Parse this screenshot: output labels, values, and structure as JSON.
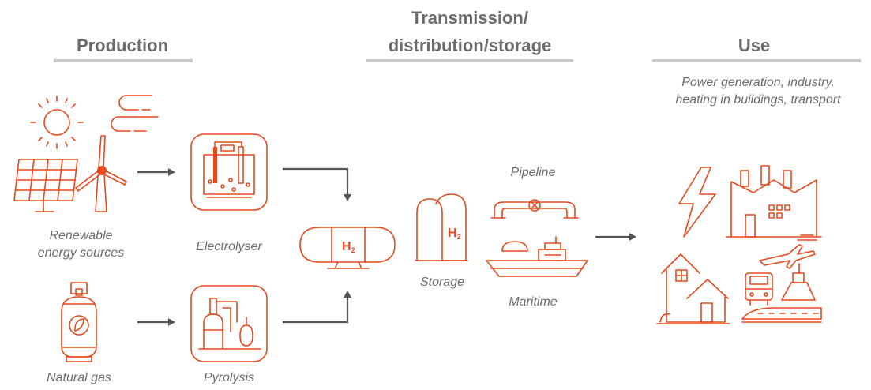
{
  "headers": {
    "production": "Production",
    "transmission_line1": "Transmission/",
    "transmission_line2": "distribution/storage",
    "use": "Use"
  },
  "use_description": {
    "line1": "Power generation, industry,",
    "line2": "heating in buildings, transport"
  },
  "labels": {
    "renewable_line1": "Renewable",
    "renewable_line2": "energy sources",
    "natural_gas": "Natural gas",
    "electrolyser": "Electrolyser",
    "pyrolysis": "Pyrolysis",
    "storage": "Storage",
    "pipeline": "Pipeline",
    "maritime": "Maritime"
  },
  "symbols": {
    "h2_main": "H",
    "h2_sub": "2"
  },
  "colors": {
    "accent": "#e8481d",
    "text": "#6b6b6b",
    "arrow": "#555555",
    "rule": "#c9c9c9"
  }
}
